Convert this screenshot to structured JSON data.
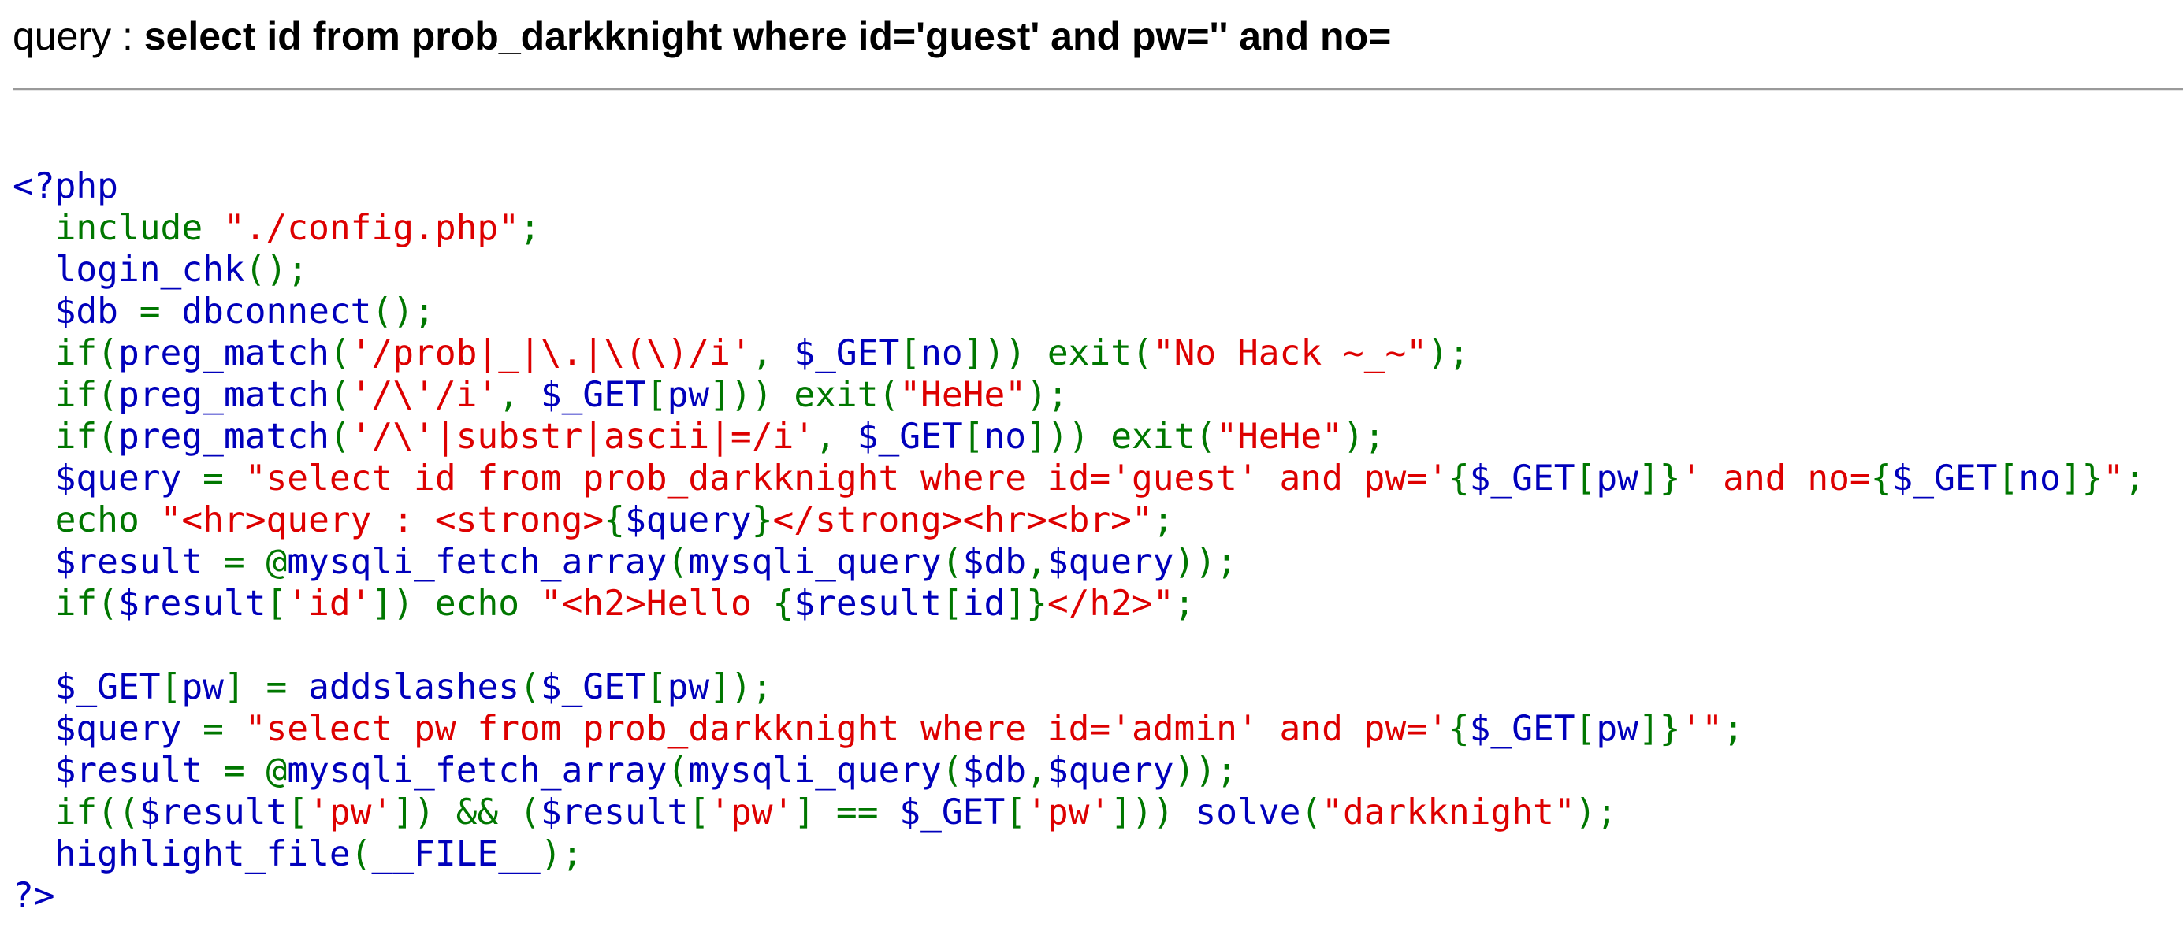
{
  "header": {
    "prefix": "query : ",
    "query_text": "select id from prob_darkknight where id='guest' and pw='' and no="
  },
  "colors": {
    "html": "#0000BB",
    "default": "#0000BB",
    "keyword": "#007700",
    "string": "#DD0000",
    "divider": "#9a9a9a"
  },
  "code": {
    "lines": [
      [
        [
          "html",
          "<?php"
        ]
      ],
      [
        [
          "keyword",
          "  include "
        ],
        [
          "string",
          "\"./config.php\""
        ],
        [
          "keyword",
          ";"
        ]
      ],
      [
        [
          "default",
          "  login_chk"
        ],
        [
          "keyword",
          "();"
        ]
      ],
      [
        [
          "default",
          "  $db "
        ],
        [
          "keyword",
          "= "
        ],
        [
          "default",
          "dbconnect"
        ],
        [
          "keyword",
          "();"
        ]
      ],
      [
        [
          "keyword",
          "  if("
        ],
        [
          "default",
          "preg_match"
        ],
        [
          "keyword",
          "("
        ],
        [
          "string",
          "'/prob|_|\\.|\\(\\)/i'"
        ],
        [
          "keyword",
          ", "
        ],
        [
          "default",
          "$_GET"
        ],
        [
          "keyword",
          "["
        ],
        [
          "default",
          "no"
        ],
        [
          "keyword",
          "])) exit("
        ],
        [
          "string",
          "\"No Hack ~_~\""
        ],
        [
          "keyword",
          ");"
        ]
      ],
      [
        [
          "keyword",
          "  if("
        ],
        [
          "default",
          "preg_match"
        ],
        [
          "keyword",
          "("
        ],
        [
          "string",
          "'/\\'/i'"
        ],
        [
          "keyword",
          ", "
        ],
        [
          "default",
          "$_GET"
        ],
        [
          "keyword",
          "["
        ],
        [
          "default",
          "pw"
        ],
        [
          "keyword",
          "])) exit("
        ],
        [
          "string",
          "\"HeHe\""
        ],
        [
          "keyword",
          ");"
        ]
      ],
      [
        [
          "keyword",
          "  if("
        ],
        [
          "default",
          "preg_match"
        ],
        [
          "keyword",
          "("
        ],
        [
          "string",
          "'/\\'|substr|ascii|=/i'"
        ],
        [
          "keyword",
          ", "
        ],
        [
          "default",
          "$_GET"
        ],
        [
          "keyword",
          "["
        ],
        [
          "default",
          "no"
        ],
        [
          "keyword",
          "])) exit("
        ],
        [
          "string",
          "\"HeHe\""
        ],
        [
          "keyword",
          ");"
        ]
      ],
      [
        [
          "default",
          "  $query "
        ],
        [
          "keyword",
          "= "
        ],
        [
          "string",
          "\"select id from prob_darkknight where id='guest' and pw='"
        ],
        [
          "keyword",
          "{"
        ],
        [
          "default",
          "$_GET"
        ],
        [
          "keyword",
          "["
        ],
        [
          "default",
          "pw"
        ],
        [
          "keyword",
          "]}"
        ],
        [
          "string",
          "' and no="
        ],
        [
          "keyword",
          "{"
        ],
        [
          "default",
          "$_GET"
        ],
        [
          "keyword",
          "["
        ],
        [
          "default",
          "no"
        ],
        [
          "keyword",
          "]}"
        ],
        [
          "string",
          "\""
        ],
        [
          "keyword",
          ";"
        ]
      ],
      [
        [
          "keyword",
          "  echo "
        ],
        [
          "string",
          "\"<hr>query : <strong>"
        ],
        [
          "keyword",
          "{"
        ],
        [
          "default",
          "$query"
        ],
        [
          "keyword",
          "}"
        ],
        [
          "string",
          "</strong><hr><br>\""
        ],
        [
          "keyword",
          ";"
        ]
      ],
      [
        [
          "default",
          "  $result "
        ],
        [
          "keyword",
          "= @"
        ],
        [
          "default",
          "mysqli_fetch_array"
        ],
        [
          "keyword",
          "("
        ],
        [
          "default",
          "mysqli_query"
        ],
        [
          "keyword",
          "("
        ],
        [
          "default",
          "$db"
        ],
        [
          "keyword",
          ","
        ],
        [
          "default",
          "$query"
        ],
        [
          "keyword",
          "));"
        ]
      ],
      [
        [
          "keyword",
          "  if("
        ],
        [
          "default",
          "$result"
        ],
        [
          "keyword",
          "["
        ],
        [
          "string",
          "'id'"
        ],
        [
          "keyword",
          "]) echo "
        ],
        [
          "string",
          "\"<h2>Hello "
        ],
        [
          "keyword",
          "{"
        ],
        [
          "default",
          "$result"
        ],
        [
          "keyword",
          "["
        ],
        [
          "default",
          "id"
        ],
        [
          "keyword",
          "]}"
        ],
        [
          "string",
          "</h2>\""
        ],
        [
          "keyword",
          ";"
        ]
      ],
      [],
      [
        [
          "default",
          "  $_GET"
        ],
        [
          "keyword",
          "["
        ],
        [
          "default",
          "pw"
        ],
        [
          "keyword",
          "] = "
        ],
        [
          "default",
          "addslashes"
        ],
        [
          "keyword",
          "("
        ],
        [
          "default",
          "$_GET"
        ],
        [
          "keyword",
          "["
        ],
        [
          "default",
          "pw"
        ],
        [
          "keyword",
          "]);"
        ]
      ],
      [
        [
          "default",
          "  $query "
        ],
        [
          "keyword",
          "= "
        ],
        [
          "string",
          "\"select pw from prob_darkknight where id='admin' and pw='"
        ],
        [
          "keyword",
          "{"
        ],
        [
          "default",
          "$_GET"
        ],
        [
          "keyword",
          "["
        ],
        [
          "default",
          "pw"
        ],
        [
          "keyword",
          "]}"
        ],
        [
          "string",
          "'\""
        ],
        [
          "keyword",
          ";"
        ]
      ],
      [
        [
          "default",
          "  $result "
        ],
        [
          "keyword",
          "= @"
        ],
        [
          "default",
          "mysqli_fetch_array"
        ],
        [
          "keyword",
          "("
        ],
        [
          "default",
          "mysqli_query"
        ],
        [
          "keyword",
          "("
        ],
        [
          "default",
          "$db"
        ],
        [
          "keyword",
          ","
        ],
        [
          "default",
          "$query"
        ],
        [
          "keyword",
          "));"
        ]
      ],
      [
        [
          "keyword",
          "  if(("
        ],
        [
          "default",
          "$result"
        ],
        [
          "keyword",
          "["
        ],
        [
          "string",
          "'pw'"
        ],
        [
          "keyword",
          "]) && ("
        ],
        [
          "default",
          "$result"
        ],
        [
          "keyword",
          "["
        ],
        [
          "string",
          "'pw'"
        ],
        [
          "keyword",
          "] == "
        ],
        [
          "default",
          "$_GET"
        ],
        [
          "keyword",
          "["
        ],
        [
          "string",
          "'pw'"
        ],
        [
          "keyword",
          "])) "
        ],
        [
          "default",
          "solve"
        ],
        [
          "keyword",
          "("
        ],
        [
          "string",
          "\"darkknight\""
        ],
        [
          "keyword",
          ");"
        ]
      ],
      [
        [
          "keyword",
          "  "
        ],
        [
          "default",
          "highlight_file"
        ],
        [
          "keyword",
          "("
        ],
        [
          "default",
          "__FILE__"
        ],
        [
          "keyword",
          ");"
        ]
      ],
      [
        [
          "html",
          "?>"
        ]
      ]
    ]
  }
}
